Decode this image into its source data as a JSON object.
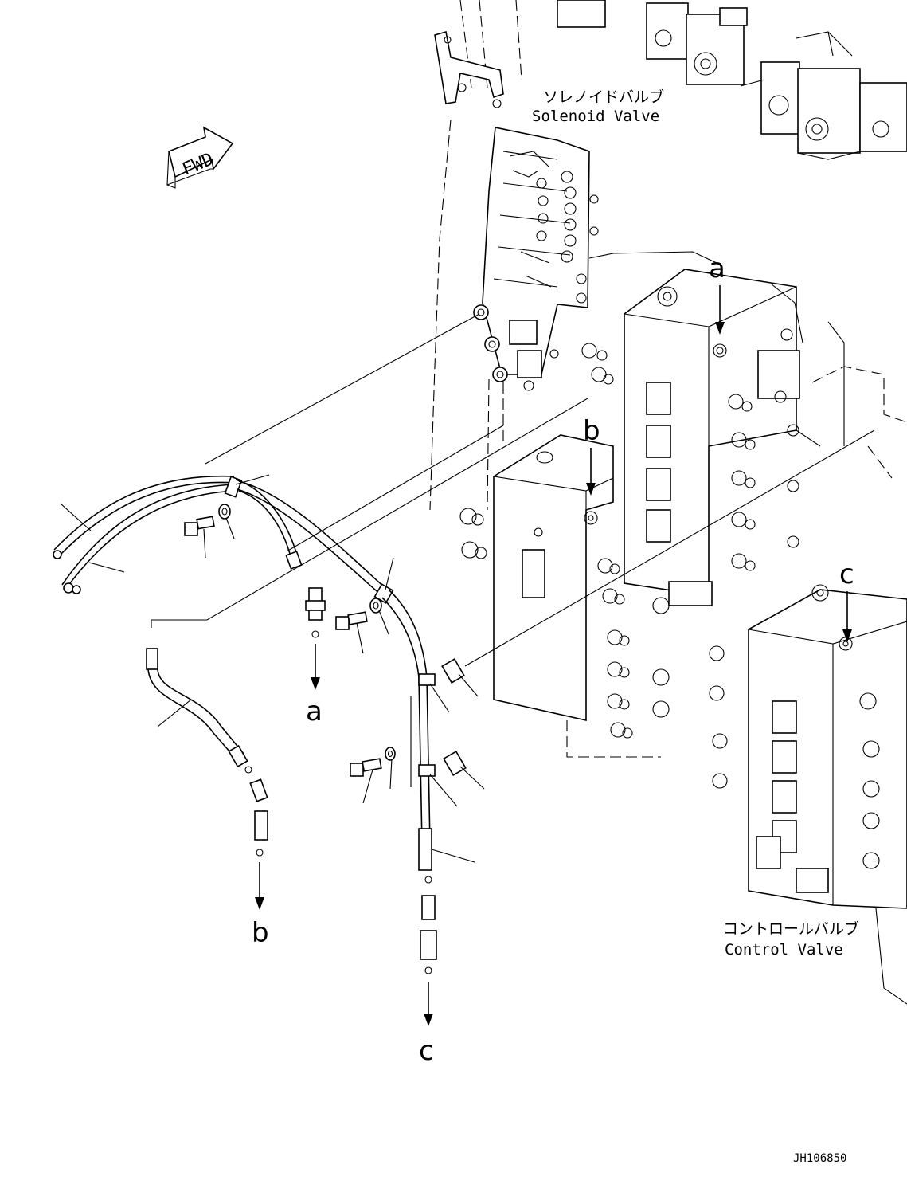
{
  "labels": {
    "solenoid_valve_jp": "ソレノイドバルブ",
    "solenoid_valve_en": "Solenoid Valve",
    "control_valve_jp": "コントロールバルブ",
    "control_valve_en": "Control Valve",
    "fwd": "FWD",
    "drawing_number": "JH106850"
  },
  "connection_points": {
    "a": "a",
    "b": "b",
    "c": "c"
  }
}
